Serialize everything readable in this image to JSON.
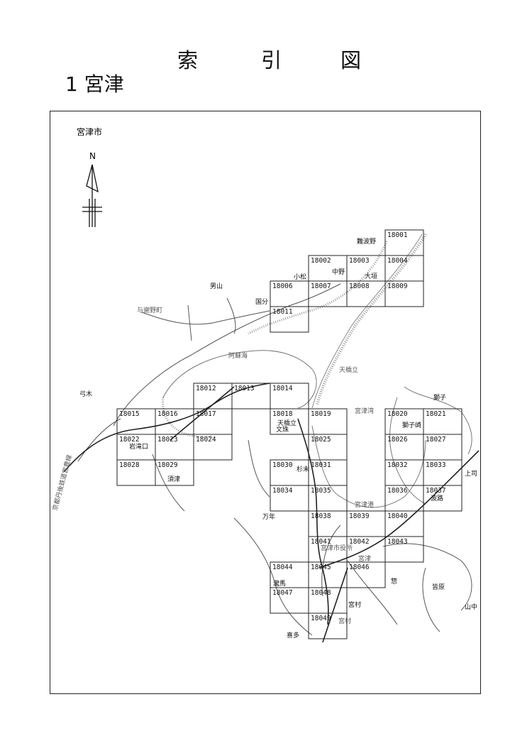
{
  "header": {
    "title_chars": [
      "索",
      "引",
      "図"
    ],
    "subtitle": "1 宮津"
  },
  "map": {
    "city_label": "宮津市",
    "north_label": "N",
    "grid_cells": [
      "18001",
      "18002",
      "18003",
      "18004",
      "18006",
      "18007",
      "18008",
      "18009",
      "18011",
      "18012",
      "18013",
      "18014",
      "18015",
      "18016",
      "18017",
      "18018",
      "18019",
      "18020",
      "18021",
      "18022",
      "18023",
      "18024",
      "18025",
      "18026",
      "18027",
      "18028",
      "18029",
      "18030",
      "18031",
      "18032",
      "18033",
      "18034",
      "18035",
      "18036",
      "18037",
      "18038",
      "18039",
      "18040",
      "18041",
      "18042",
      "18043",
      "18044",
      "18045",
      "18046",
      "18047",
      "18048",
      "18049"
    ],
    "places": [
      "難波野",
      "小松",
      "中野",
      "大垣",
      "男山",
      "国分",
      "与謝野町",
      "阿蘇海",
      "天橋立",
      "弓木",
      "獅子",
      "宮津湾",
      "獅子崎",
      "天橋立",
      "文珠",
      "岩滝口",
      "須津",
      "杉末",
      "上司",
      "宮津港",
      "波路",
      "万年",
      "宮津市役所",
      "宮津",
      "皆原",
      "瀧馬",
      "惣",
      "宮村",
      "山中",
      "宮村",
      "喜多",
      "京都丹後鉄道宮豊線"
    ]
  }
}
